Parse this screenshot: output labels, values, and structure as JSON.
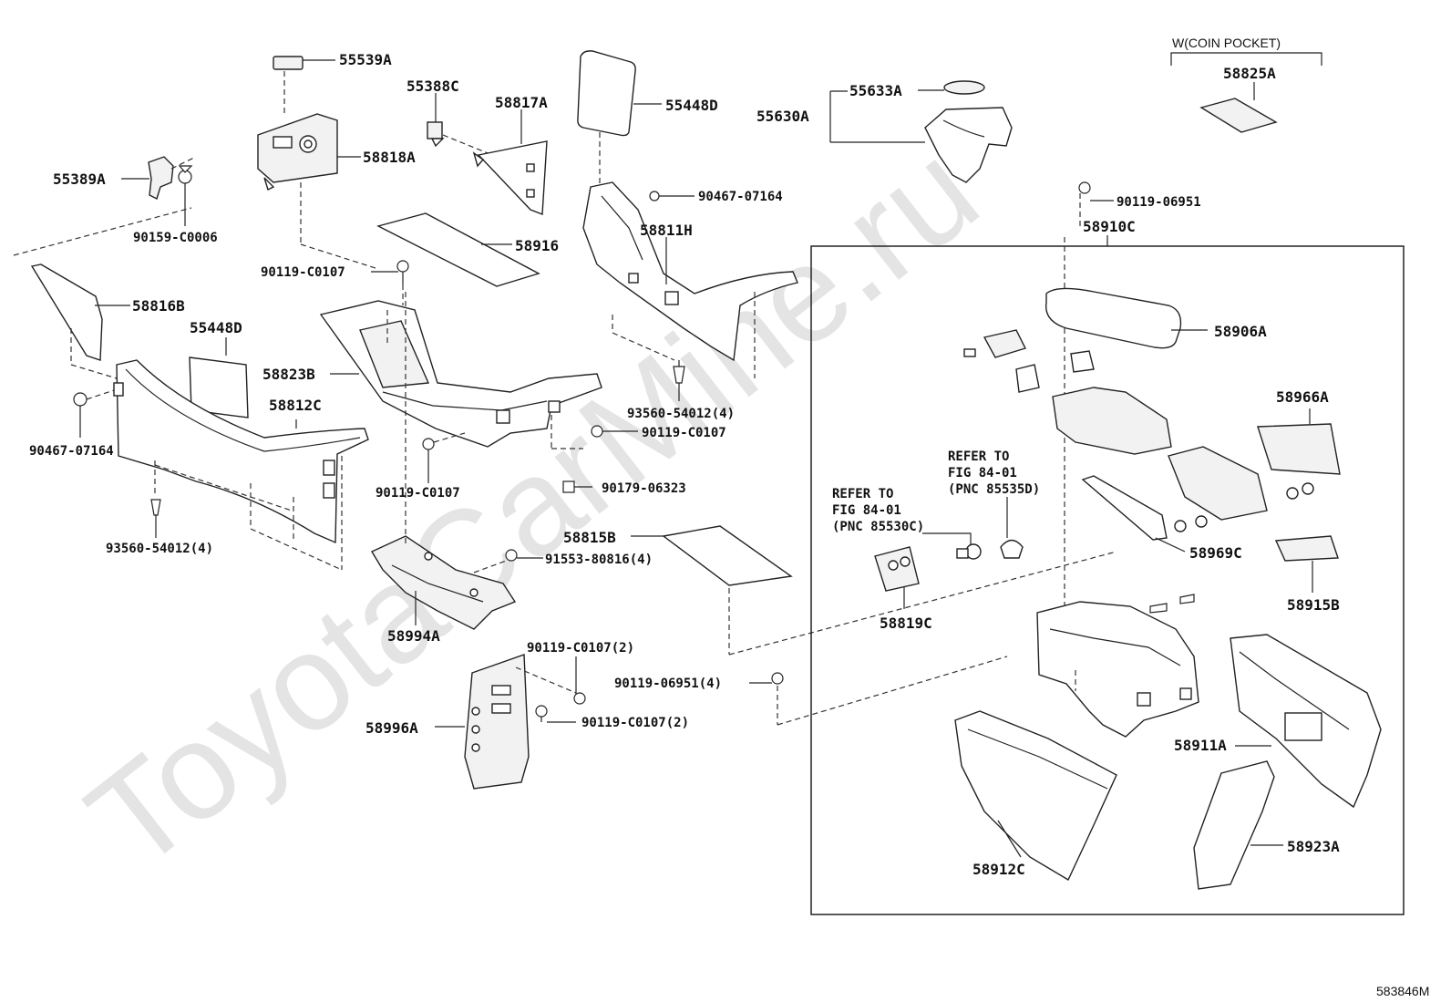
{
  "watermark": "ToyotaCarMine.ru",
  "parts": {
    "p55539A": "55539A",
    "p55388C": "55388C",
    "p58817A": "58817A",
    "p55448D_top": "55448D",
    "p58818A": "58818A",
    "p55389A": "55389A",
    "p58916": "58916",
    "p58811H": "58811H",
    "p58816B": "58816B",
    "p55448D_left": "55448D",
    "p58823B": "58823B",
    "p58812C": "58812C",
    "p58815B": "58815B",
    "p58994A": "58994A",
    "p58996A": "58996A",
    "p55633A": "55633A",
    "p55630A": "55630A",
    "p58825A": "58825A",
    "p58910C": "58910C",
    "p58906A": "58906A",
    "p58966A": "58966A",
    "p58969C": "58969C",
    "p58915B": "58915B",
    "p58819C": "58819C",
    "p58911A": "58911A",
    "p58912C": "58912C",
    "p58923A": "58923A"
  },
  "fasteners": {
    "f90159": "90159-C0006",
    "f90119_a": "90119-C0107",
    "f90467_a": "90467-07164",
    "f90467_b": "90467-07164",
    "f93560_a": "93560-54012(4)",
    "f93560_b": "93560-54012(4)",
    "f90119_b": "90119-C0107",
    "f90119_c": "90119-C0107",
    "f90179": "90179-06323",
    "f91553": "91553-80816(4)",
    "f90119_d": "90119-C0107(2)",
    "f90119_e": "90119-C0107(2)",
    "f90119_06951_a": "90119-06951(4)",
    "f90119_06951_b": "90119-06951"
  },
  "notes": {
    "coin_pocket": "W(COIN POCKET)",
    "refer1_line1": "REFER TO",
    "refer1_line2": "FIG 84-01",
    "refer1_line3": "(PNC 85535D)",
    "refer2_line1": "REFER TO",
    "refer2_line2": "FIG 84-01",
    "refer2_line3": "(PNC 85530C)"
  },
  "reference_code": "583846M"
}
